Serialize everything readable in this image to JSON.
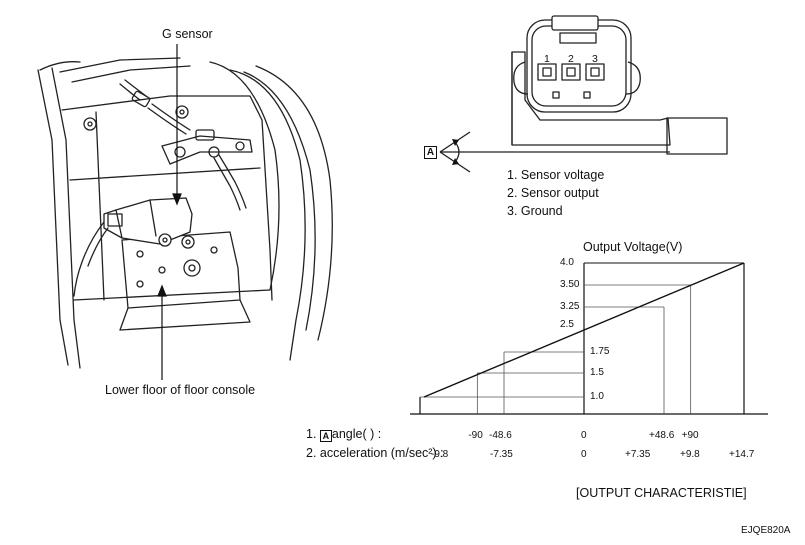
{
  "left_figure": {
    "callout_top": "G sensor",
    "callout_bottom": "Lower floor of floor console"
  },
  "connector": {
    "pins": [
      "1",
      "2",
      "3"
    ],
    "angle_marker": "A",
    "legend": [
      "1. Sensor voltage",
      "2. Sensor output",
      "3. Ground"
    ]
  },
  "chart_data": {
    "type": "line",
    "title": "Output Voltage(V)",
    "y_ticks": [
      "4.0",
      "3.50",
      "3.25",
      "2.5",
      "1.75",
      "1.5",
      "1.0"
    ],
    "row1_label_prefix": "1. ",
    "row1_label_marker": "A",
    "row1_label_suffix": "angle( ) :",
    "row1_ticks": [
      "-90",
      "-48.6",
      "0",
      "+48.6",
      "+90"
    ],
    "row2_label": "2. acceleration (m/sec²) :",
    "row2_ticks": [
      "-9.8",
      "-7.35",
      "0",
      "+7.35",
      "+9.8",
      "+14.7"
    ],
    "series": [
      {
        "x": [
          -14.7,
          14.7
        ],
        "y": [
          1.0,
          4.0
        ]
      }
    ],
    "caption": "[OUTPUT CHARACTERISTIE]"
  },
  "figure_code": "EJQE820A"
}
